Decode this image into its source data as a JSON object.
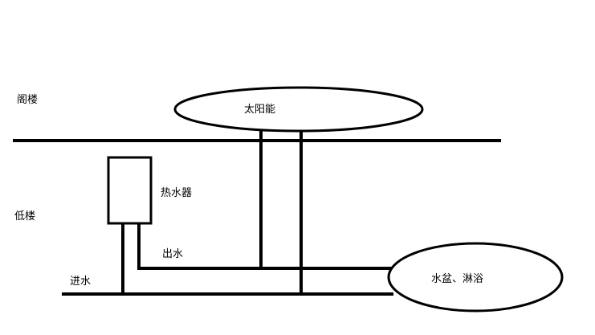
{
  "labels": {
    "attic": "阁楼",
    "ground_floor": "低楼",
    "solar": "太阳能",
    "water_heater": "热水器",
    "outlet": "出水",
    "inlet": "进水",
    "basin_shower": "水盆、淋浴"
  },
  "colors": {
    "line": "#000000",
    "background": "#ffffff"
  }
}
